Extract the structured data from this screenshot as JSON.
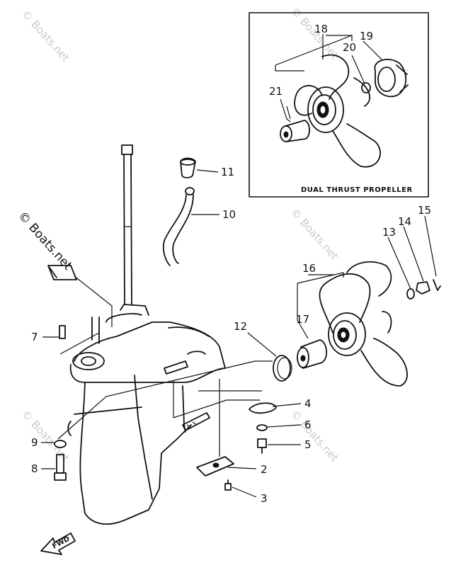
{
  "inset": {
    "caption": "DUAL THRUST PROPELLER"
  },
  "direction_label": "FWD",
  "watermarks": [
    "© Boats.net",
    "© Boats.net",
    "© Boats.net",
    "© Boats.net",
    "© Boats.net"
  ],
  "callouts": {
    "c1": "11",
    "c2": "10",
    "c3": "7",
    "c4": "12",
    "c5": "17",
    "c6": "16",
    "c7": "13",
    "c8": "14",
    "c9": "15",
    "c10": "4",
    "c11": "6",
    "c12": "5",
    "c13": "2",
    "c14": "3",
    "c15": "9",
    "c16": "8",
    "c17": "18",
    "c18": "19",
    "c19": "20",
    "c20": "21"
  }
}
